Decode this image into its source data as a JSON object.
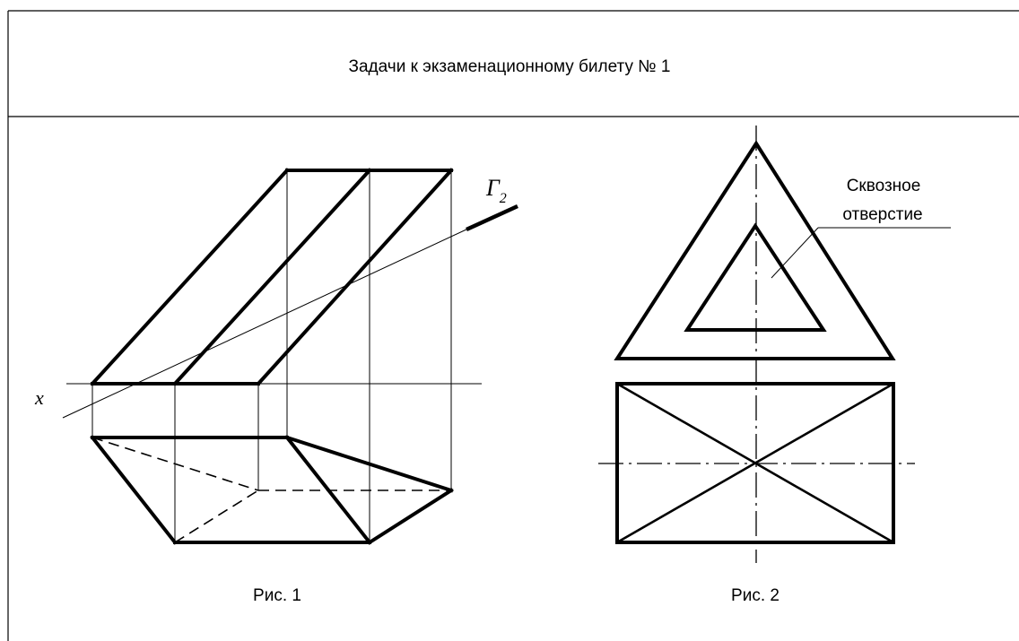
{
  "sheet": {
    "title": "Задачи к экзаменационному билету № 1"
  },
  "figure1": {
    "caption": "Рис. 1",
    "axis_label": "x",
    "plane_label": "Γ",
    "plane_subscript": "2"
  },
  "figure2": {
    "caption": "Рис. 2",
    "callout_line1": "Сквозное",
    "callout_line2": "отверстие"
  },
  "colors": {
    "ink": "#000000",
    "paper": "#ffffff"
  }
}
